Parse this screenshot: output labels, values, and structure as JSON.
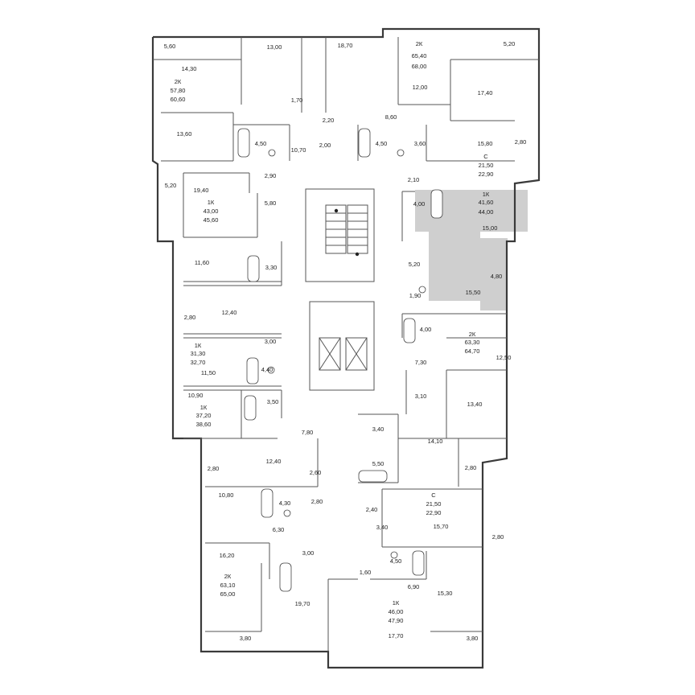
{
  "plan": {
    "highlight_color": "#cfcfcf",
    "wall_color": "#3a3a3a",
    "area_labels": [
      "5,60",
      "13,00",
      "18,70",
      "2К",
      "65,40",
      "68,00",
      "5,20",
      "14,30",
      "2К",
      "57,80",
      "60,60",
      "12,00",
      "17,40",
      "1,70",
      "2,20",
      "8,60",
      "13,60",
      "4,50",
      "10,70",
      "2,00",
      "4,50",
      "3,60",
      "15,80",
      "2,80",
      "С",
      "21,50",
      "22,90",
      "2,90",
      "2,10",
      "5,20",
      "19,40",
      "1К",
      "43,00",
      "45,60",
      "4,00",
      "1К",
      "41,60",
      "44,00",
      "5,80",
      "15,00",
      "11,60",
      "3,30",
      "5,20",
      "4,80",
      "15,50",
      "1,90",
      "12,40",
      "2,80",
      "4,00",
      "2К",
      "63,30",
      "64,70",
      "12,50",
      "3,00",
      "1К",
      "31,30",
      "32,70",
      "4,40",
      "7,30",
      "11,50",
      "3,10",
      "10,90",
      "3,50",
      "13,40",
      "1К",
      "37,20",
      "38,60",
      "3,40",
      "7,80",
      "14,10",
      "12,40",
      "5,50",
      "2,80",
      "2,60",
      "2,80",
      "10,80",
      "4,30",
      "2,80",
      "С",
      "21,50",
      "22,90",
      "2,40",
      "6,30",
      "3,40",
      "15,70",
      "2,80",
      "16,20",
      "3,00",
      "4,50",
      "1,60",
      "2К",
      "63,10",
      "65,00",
      "6,90",
      "15,30",
      "19,70",
      "1К",
      "46,00",
      "47,90",
      "3,80",
      "17,70",
      "3,80"
    ]
  }
}
